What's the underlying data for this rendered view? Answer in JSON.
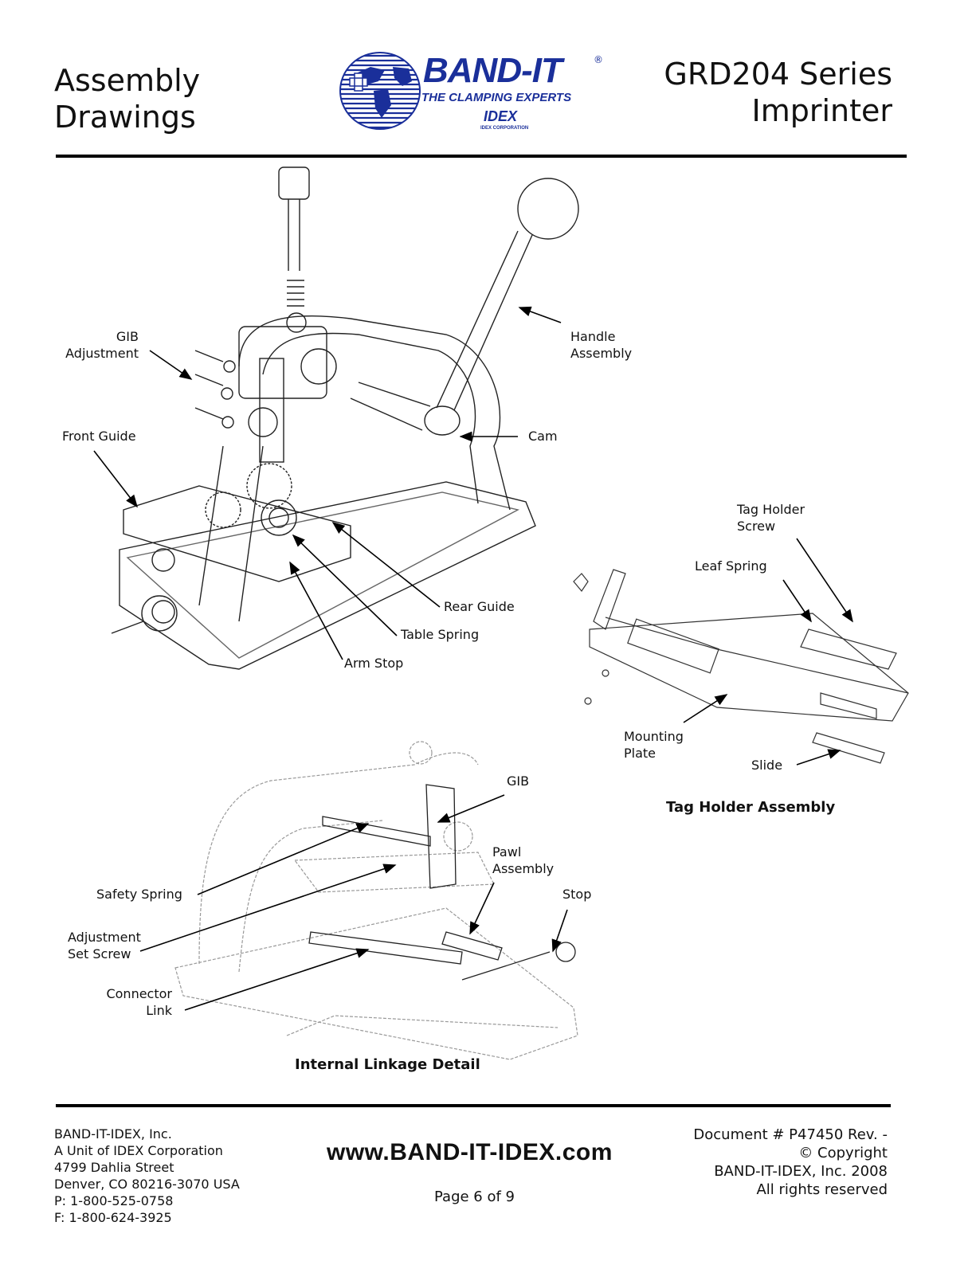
{
  "header": {
    "left_line1": "Assembly",
    "left_line2": "Drawings",
    "right_line1": "GRD204 Series",
    "right_line2": "Imprinter",
    "logo": {
      "brand": "BAND-IT",
      "registered": "®",
      "tagline": "THE CLAMPING EXPERTS",
      "sub_brand": "IDEX",
      "sub_line": "IDEX CORPORATION",
      "brand_color": "#1a2f9a"
    }
  },
  "labels": {
    "gib_adjustment_1": "GIB",
    "gib_adjustment_2": "Adjustment",
    "handle_assembly_1": "Handle",
    "handle_assembly_2": "Assembly",
    "front_guide": "Front Guide",
    "cam": "Cam",
    "rear_guide": "Rear Guide",
    "table_spring": "Table Spring",
    "arm_stop": "Arm Stop",
    "tag_holder_screw_1": "Tag Holder",
    "tag_holder_screw_2": "Screw",
    "leaf_spring": "Leaf Spring",
    "mounting_plate_1": "Mounting",
    "mounting_plate_2": "Plate",
    "slide": "Slide",
    "gib": "GIB",
    "pawl_assembly_1": "Pawl",
    "pawl_assembly_2": "Assembly",
    "stop": "Stop",
    "safety_spring": "Safety Spring",
    "adjustment_set_screw_1": "Adjustment",
    "adjustment_set_screw_2": "Set Screw",
    "connector_link_1": "Connector",
    "connector_link_2": "Link"
  },
  "captions": {
    "tag_holder": "Tag Holder Assembly",
    "internal_linkage": "Internal Linkage Detail"
  },
  "footer": {
    "company": [
      "BAND-IT-IDEX, Inc.",
      "A Unit of IDEX Corporation",
      "4799 Dahlia Street",
      "Denver, CO 80216-3070 USA",
      "P: 1-800-525-0758",
      "F: 1-800-624-3925"
    ],
    "website": "www.BAND-IT-IDEX.com",
    "page": "Page 6 of 9",
    "document": [
      "Document # P47450 Rev. -",
      "© Copyright",
      "BAND-IT-IDEX, Inc. 2008",
      "All rights reserved"
    ]
  }
}
